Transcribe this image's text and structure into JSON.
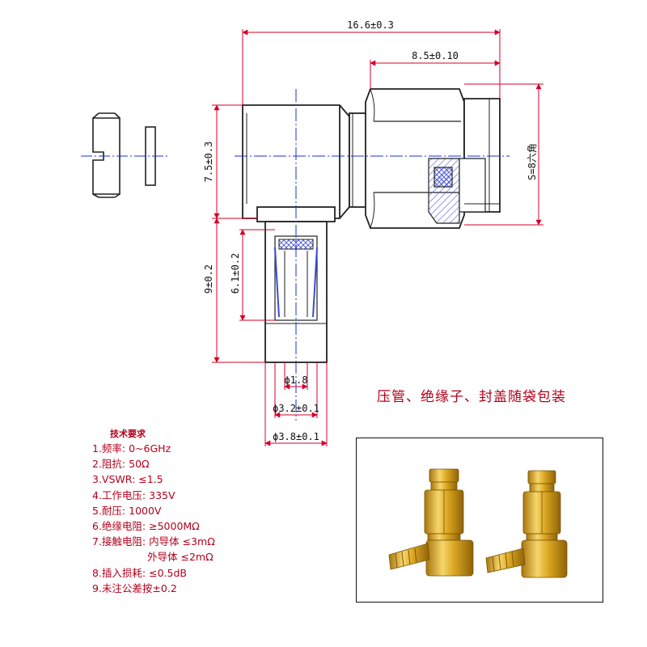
{
  "dimensions": {
    "overall_length": "16.6±0.3",
    "plug_length": "8.5±0.10",
    "body_height": "7.5±0.3",
    "hex_size": "S=8六角",
    "ferrule_length": "9±0.2",
    "insert_length": "6.1±0.2",
    "pin_diameter": "ϕ1.8",
    "inner_diameter": "ϕ3.2±0.1",
    "outer_diameter": "ϕ3.8±0.1"
  },
  "packaging_note": "压管、绝缘子、封盖随袋包装",
  "tech_requirements": {
    "title": "技术要求",
    "items": [
      "1.频率: 0~6GHz",
      "2.阻抗: 50Ω",
      "3.VSWR: ≤1.5",
      "4.工作电压: 335V",
      "5.耐压: 1000V",
      "6.绝缘电阻: ≥5000MΩ",
      "7.接触电阻: 内导体 ≤3mΩ",
      "外导体 ≤2mΩ",
      "8.插入损耗: ≤0.5dB",
      "9.未注公差按±0.2"
    ]
  },
  "colors": {
    "dimension": "#d4002a",
    "outline": "#222222",
    "centerline": "#1a33cc",
    "hatch": "#3a4bd6",
    "gold": "#d9a520",
    "text_accent": "#b3001b"
  }
}
